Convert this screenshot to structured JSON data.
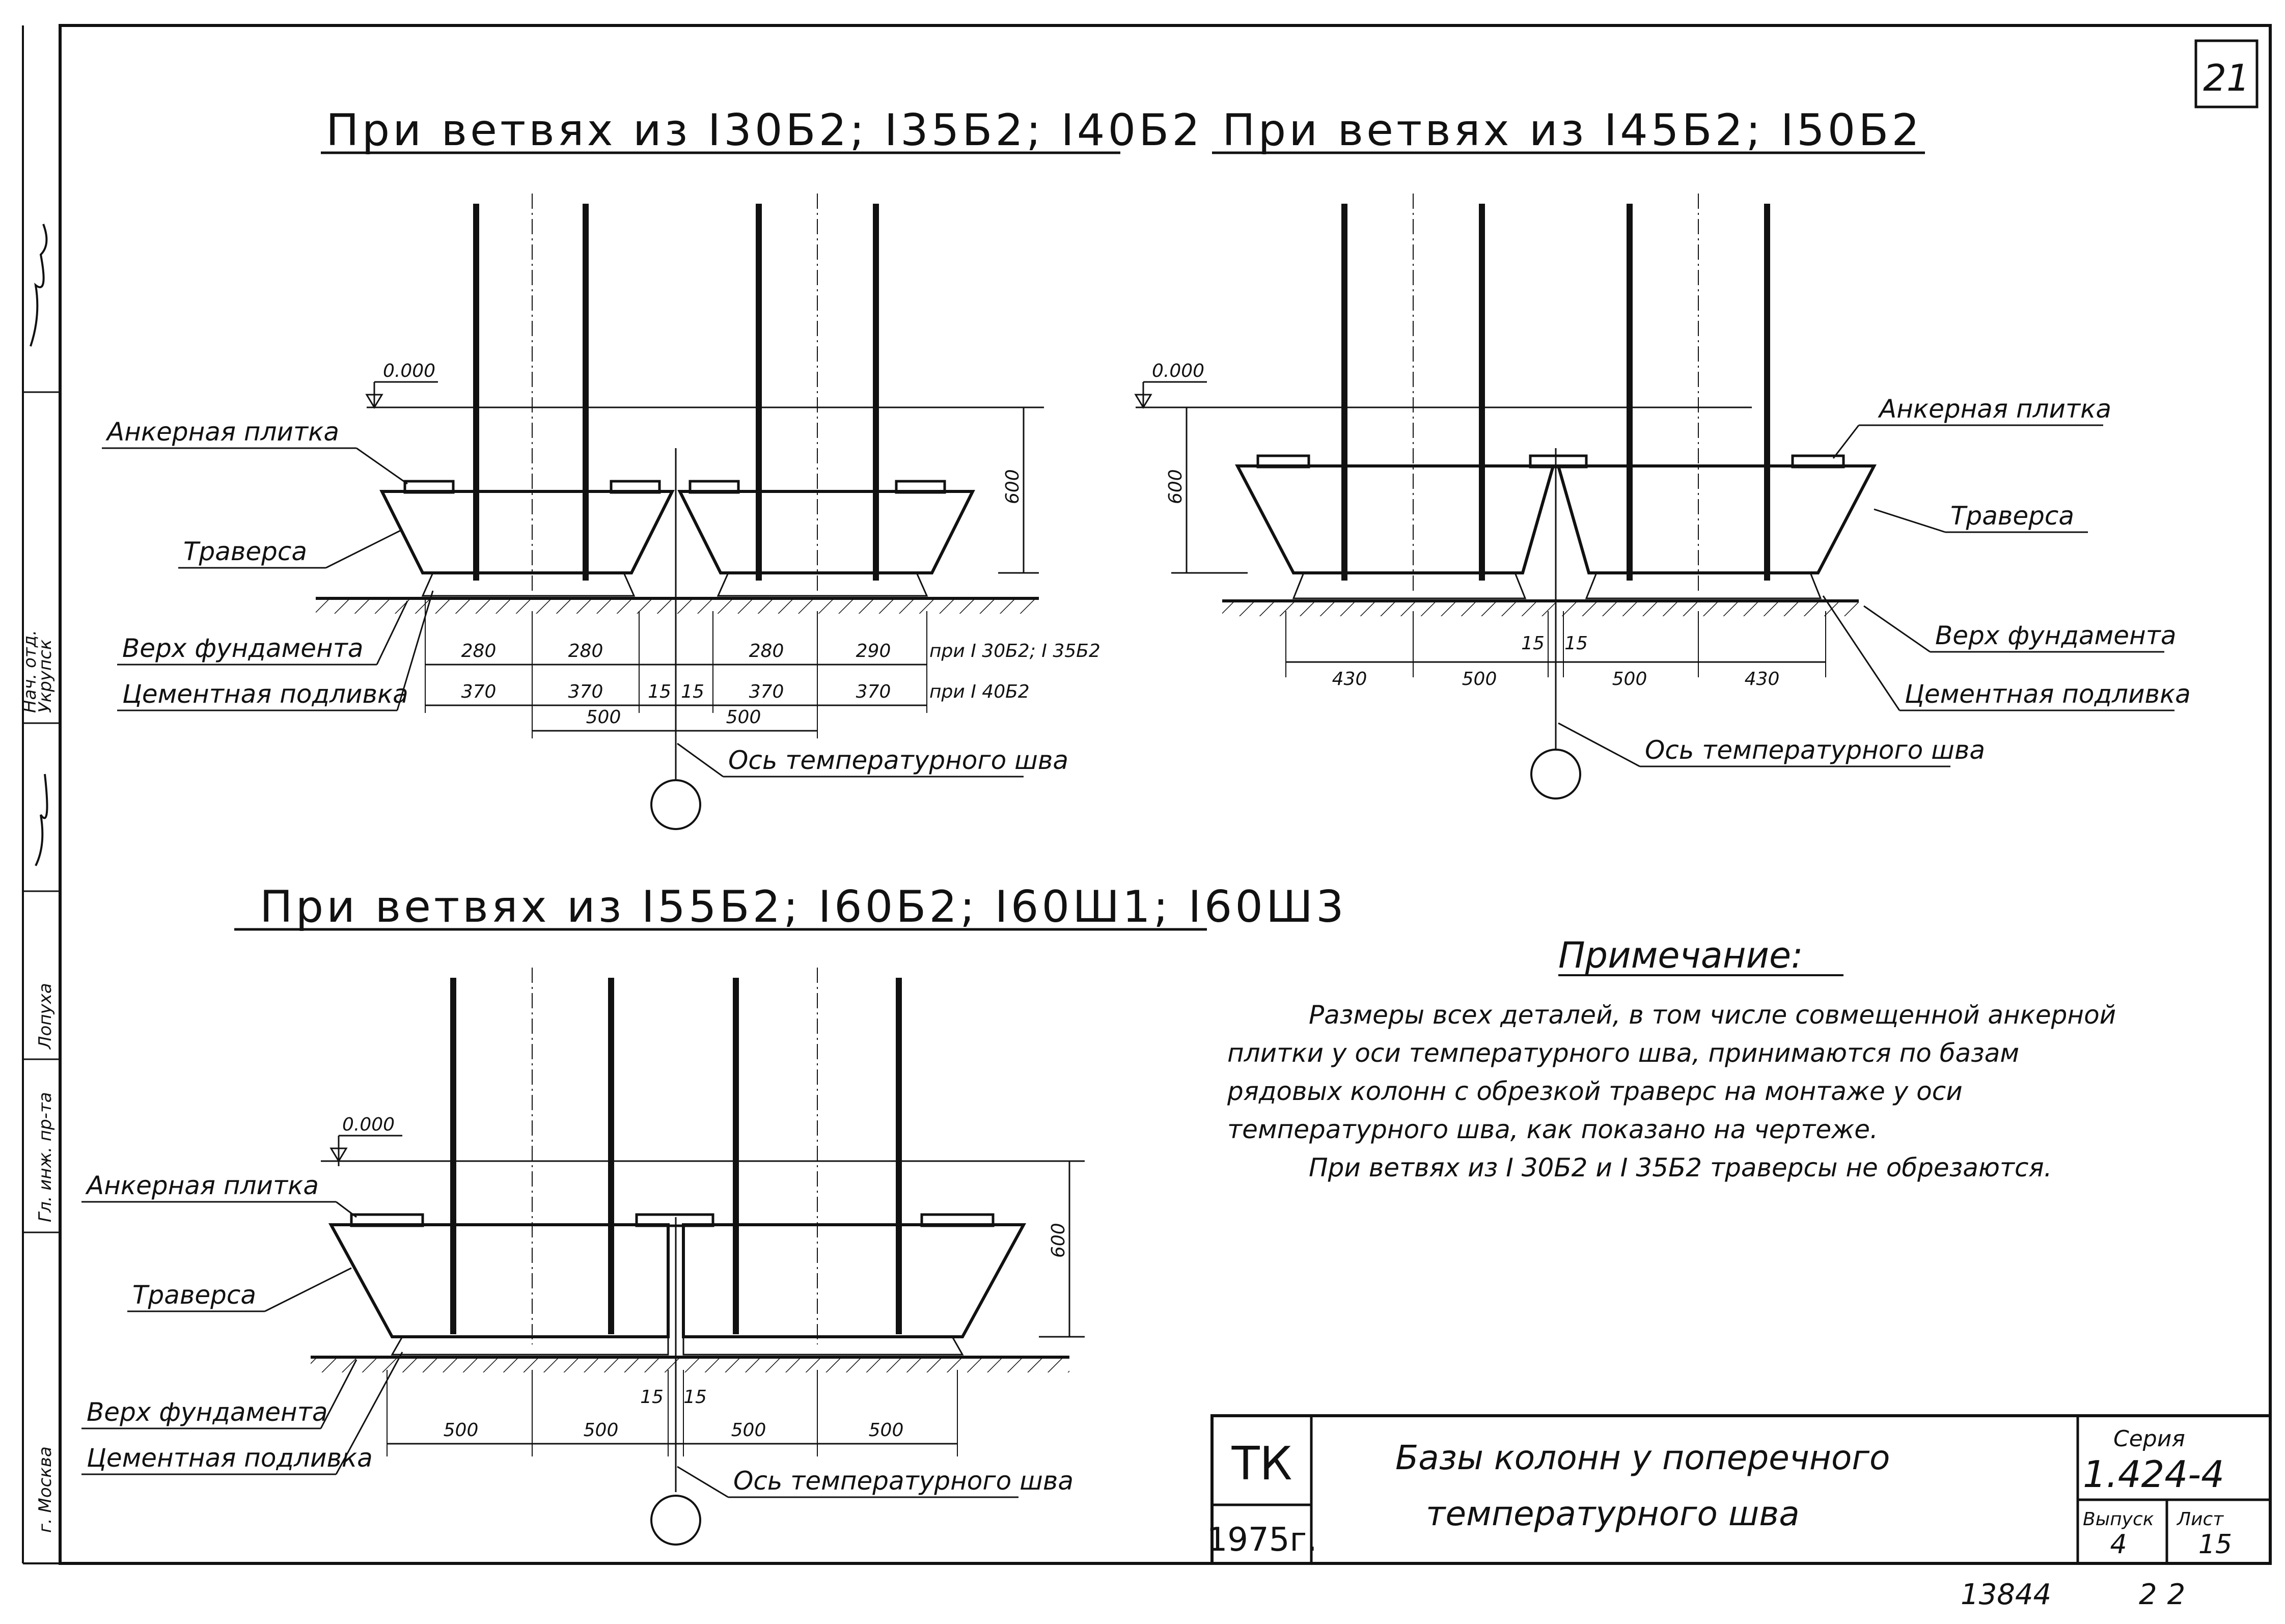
{
  "sheet_number": "21",
  "section_1": {
    "title": "При ветвях из I30Б2; I35Б2; I40Б2",
    "level_mark": "0.000",
    "label_anchor_plate": "Анкерная плитка",
    "label_traverse": "Траверса",
    "label_foundation_top": "Верх фундамента",
    "label_cement_grout": "Цементная подливка",
    "label_joint_axis": "Ось температурного шва",
    "height_dim": "600",
    "dims_row1": [
      "280",
      "280",
      "280",
      "290"
    ],
    "dims_row1_note": "при I 30Б2; I 35Б2",
    "dims_row2": [
      "370",
      "370",
      "15",
      "15",
      "370",
      "370"
    ],
    "dims_row2_note": "при I 40Б2",
    "dims_row3": [
      "500",
      "500"
    ]
  },
  "section_2": {
    "title": "При ветвях из I45Б2; I50Б2",
    "level_mark": "0.000",
    "label_anchor_plate": "Анкерная плитка",
    "label_traverse": "Траверса",
    "label_foundation_top": "Верх фундамента",
    "label_cement_grout": "Цементная подливка",
    "label_joint_axis": "Ось температурного шва",
    "height_dim": "600",
    "dims_gap": [
      "15",
      "15"
    ],
    "dims": [
      "430",
      "500",
      "500",
      "430"
    ]
  },
  "section_3": {
    "title": "При ветвях из I55Б2; I60Б2; I60Ш1; I60Ш3",
    "level_mark": "0.000",
    "label_anchor_plate": "Анкерная плитка",
    "label_traverse": "Траверса",
    "label_foundation_top": "Верх фундамента",
    "label_cement_grout": "Цементная подливка",
    "label_joint_axis": "Ось температурного шва",
    "height_dim": "600",
    "dims_gap": [
      "15",
      "15"
    ],
    "dims": [
      "500",
      "500",
      "500",
      "500"
    ]
  },
  "note": {
    "heading": "Примечание:",
    "lines": [
      "Размеры всех деталей, в том числе совмещенной анкерной",
      "плитки у оси температурного шва, принимаются по базам",
      "рядовых колонн с обрезкой траверс на монтаже у оси",
      "температурного шва, как показано на чертеже.",
      "При ветвях из I 30Б2 и I 35Б2 траверсы не обрезаются."
    ]
  },
  "title_block": {
    "org": "ТК",
    "year": "1975г.",
    "title_line1": "Базы колонн у поперечного",
    "title_line2": "температурного шва",
    "series_label": "Серия",
    "series_value": "1.424-4",
    "issue_label": "Выпуск",
    "issue_value": "4",
    "sheet_label": "Лист",
    "sheet_value": "15"
  },
  "footer": {
    "inventory_number": "13844",
    "page_number": "22"
  },
  "side_stamp": {
    "city": "г. Москва",
    "field_1": "Гл. инж. пр-та",
    "field_2": "Лопуха",
    "field_3": "Нач. отд.",
    "field_4": "Укрупск"
  }
}
